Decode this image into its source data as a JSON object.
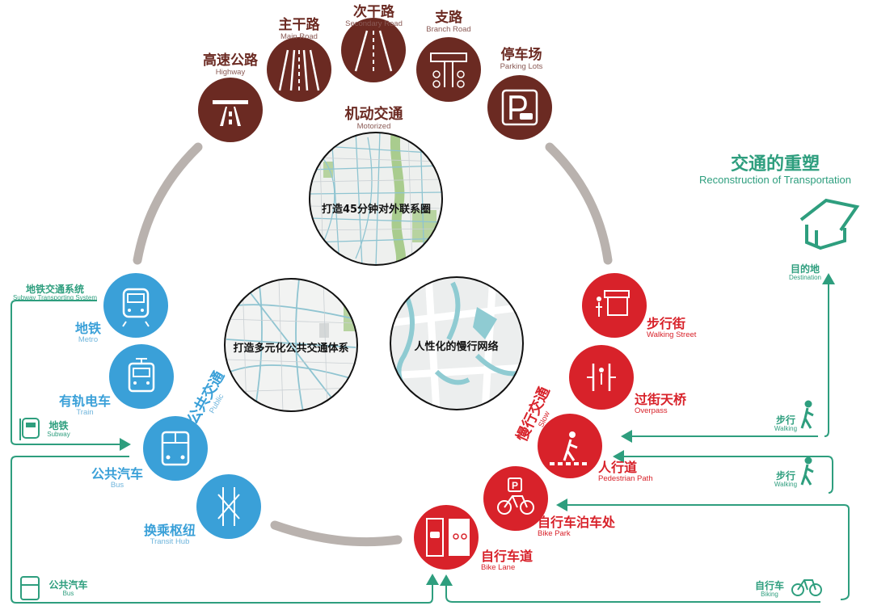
{
  "colors": {
    "motor": "#6b2a22",
    "public": "#3aa0d8",
    "slow": "#d8222a",
    "green": "#2e9e7e",
    "ring": "#b9b2ae"
  },
  "center": {
    "external_link": "打造45分钟对外联系圈",
    "public_system": "打造多元化公共交通体系",
    "slow_network": "人性化的慢行网络"
  },
  "motorized": {
    "title_zh": "机动交通",
    "title_en": "Motorized",
    "items": [
      {
        "zh": "高速公路",
        "en": "Highway",
        "icon": "highway-icon"
      },
      {
        "zh": "主干路",
        "en": "Main Road",
        "icon": "main-road-icon"
      },
      {
        "zh": "次干路",
        "en": "Secondary Road",
        "icon": "secondary-road-icon"
      },
      {
        "zh": "支路",
        "en": "Branch Road",
        "icon": "branch-road-icon"
      },
      {
        "zh": "停车场",
        "en": "Parking Lots",
        "icon": "parking-icon"
      }
    ]
  },
  "public": {
    "title_zh": "公共交通",
    "title_en": "Public",
    "items": [
      {
        "zh": "地铁",
        "en": "Metro",
        "icon": "metro-icon"
      },
      {
        "zh": "有轨电车",
        "en": "Train",
        "icon": "tram-icon"
      },
      {
        "zh": "公共汽车",
        "en": "Bus",
        "icon": "bus-icon"
      },
      {
        "zh": "换乘枢纽",
        "en": "Transit Hub",
        "icon": "transit-hub-icon"
      }
    ],
    "inputs": [
      {
        "zh": "地铁交通系统",
        "en": "Subway Transporting System"
      },
      {
        "zh": "地铁",
        "en": "Subway",
        "icon": "subway-icon"
      },
      {
        "zh": "公共汽车",
        "en": "Bus",
        "icon": "bus-small-icon"
      }
    ]
  },
  "slow": {
    "title_zh": "慢行交通",
    "title_en": "Slow",
    "items": [
      {
        "zh": "步行街",
        "en": "Walking Street",
        "icon": "walking-street-icon"
      },
      {
        "zh": "过街天桥",
        "en": "Overpass",
        "icon": "overpass-icon"
      },
      {
        "zh": "人行道",
        "en": "Pedestrian Path",
        "icon": "pedestrian-icon"
      },
      {
        "zh": "自行车泊车处",
        "en": "Bike Park",
        "icon": "bike-park-icon"
      },
      {
        "zh": "自行车道",
        "en": "Bike Lane",
        "icon": "bike-lane-icon"
      }
    ]
  },
  "reconstruction": {
    "title_zh": "交通的重塑",
    "title_en": "Reconstruction of Transportation",
    "destination_zh": "目的地",
    "destination_en": "Destination",
    "walking1_zh": "步行",
    "walking1_en": "Walking",
    "walking2_zh": "步行",
    "walking2_en": "Walking",
    "biking_zh": "自行车",
    "biking_en": "Biking"
  }
}
